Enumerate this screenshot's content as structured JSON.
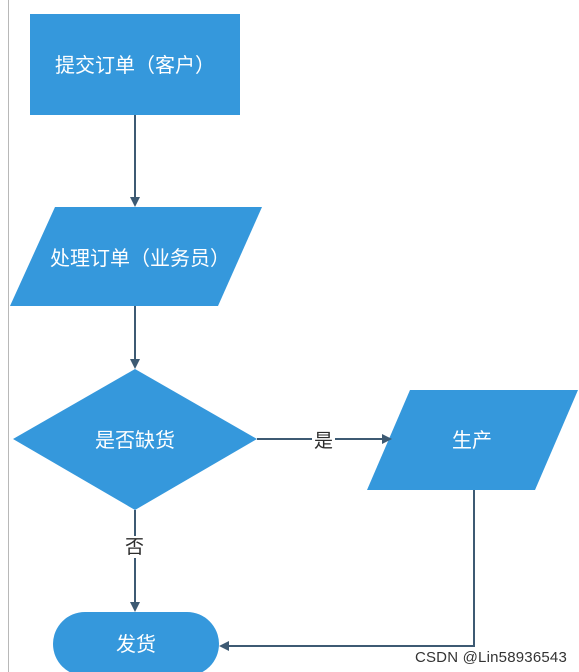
{
  "diagram": {
    "colors": {
      "fill": "#3598dc",
      "line": "#3d5a73",
      "label": "#ffffff"
    },
    "nodes": {
      "submit": {
        "label": "提交订单（客户）",
        "shape": "rectangle"
      },
      "process": {
        "label": "处理订单（业务员）",
        "shape": "parallelogram"
      },
      "decision": {
        "label": "是否缺货",
        "shape": "diamond"
      },
      "produce": {
        "label": "生产",
        "shape": "parallelogram"
      },
      "ship": {
        "label": "发货",
        "shape": "rounded-rectangle"
      }
    },
    "edges": {
      "yes_label": "是",
      "no_label": "否"
    }
  },
  "watermark": "CSDN @Lin58936543"
}
